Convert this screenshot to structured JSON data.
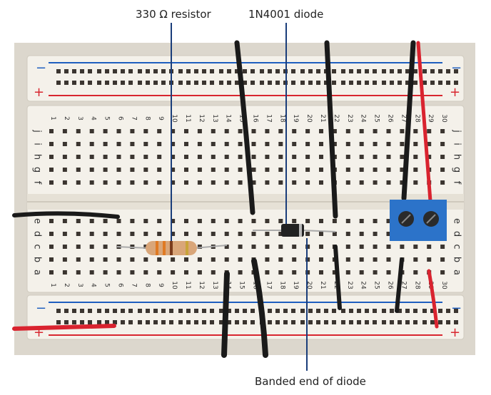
{
  "callouts": {
    "resistor": "330 Ω resistor",
    "diode": "1N4001 diode",
    "banded_end": "Banded end of diode"
  },
  "breadboard": {
    "columns": [
      "1",
      "2",
      "3",
      "4",
      "5",
      "6",
      "7",
      "8",
      "9",
      "10",
      "11",
      "12",
      "13",
      "14",
      "15",
      "16",
      "17",
      "18",
      "19",
      "20",
      "21",
      "22",
      "23",
      "24",
      "25",
      "26",
      "27",
      "28",
      "29",
      "30"
    ],
    "rows_top": [
      "j",
      "i",
      "h",
      "g",
      "f"
    ],
    "rows_bottom": [
      "e",
      "d",
      "c",
      "b",
      "a"
    ],
    "rail_minus": "−",
    "rail_plus": "+"
  },
  "colors": {
    "board": "#f4f1ea",
    "rail_blue": "#1f5fbf",
    "rail_red": "#d8262f",
    "wire_black": "#1a1a1a",
    "wire_red": "#d9232f",
    "terminal_blue": "#2c73c9",
    "resistor_body": "#d9a679",
    "diode_body": "#222222"
  }
}
